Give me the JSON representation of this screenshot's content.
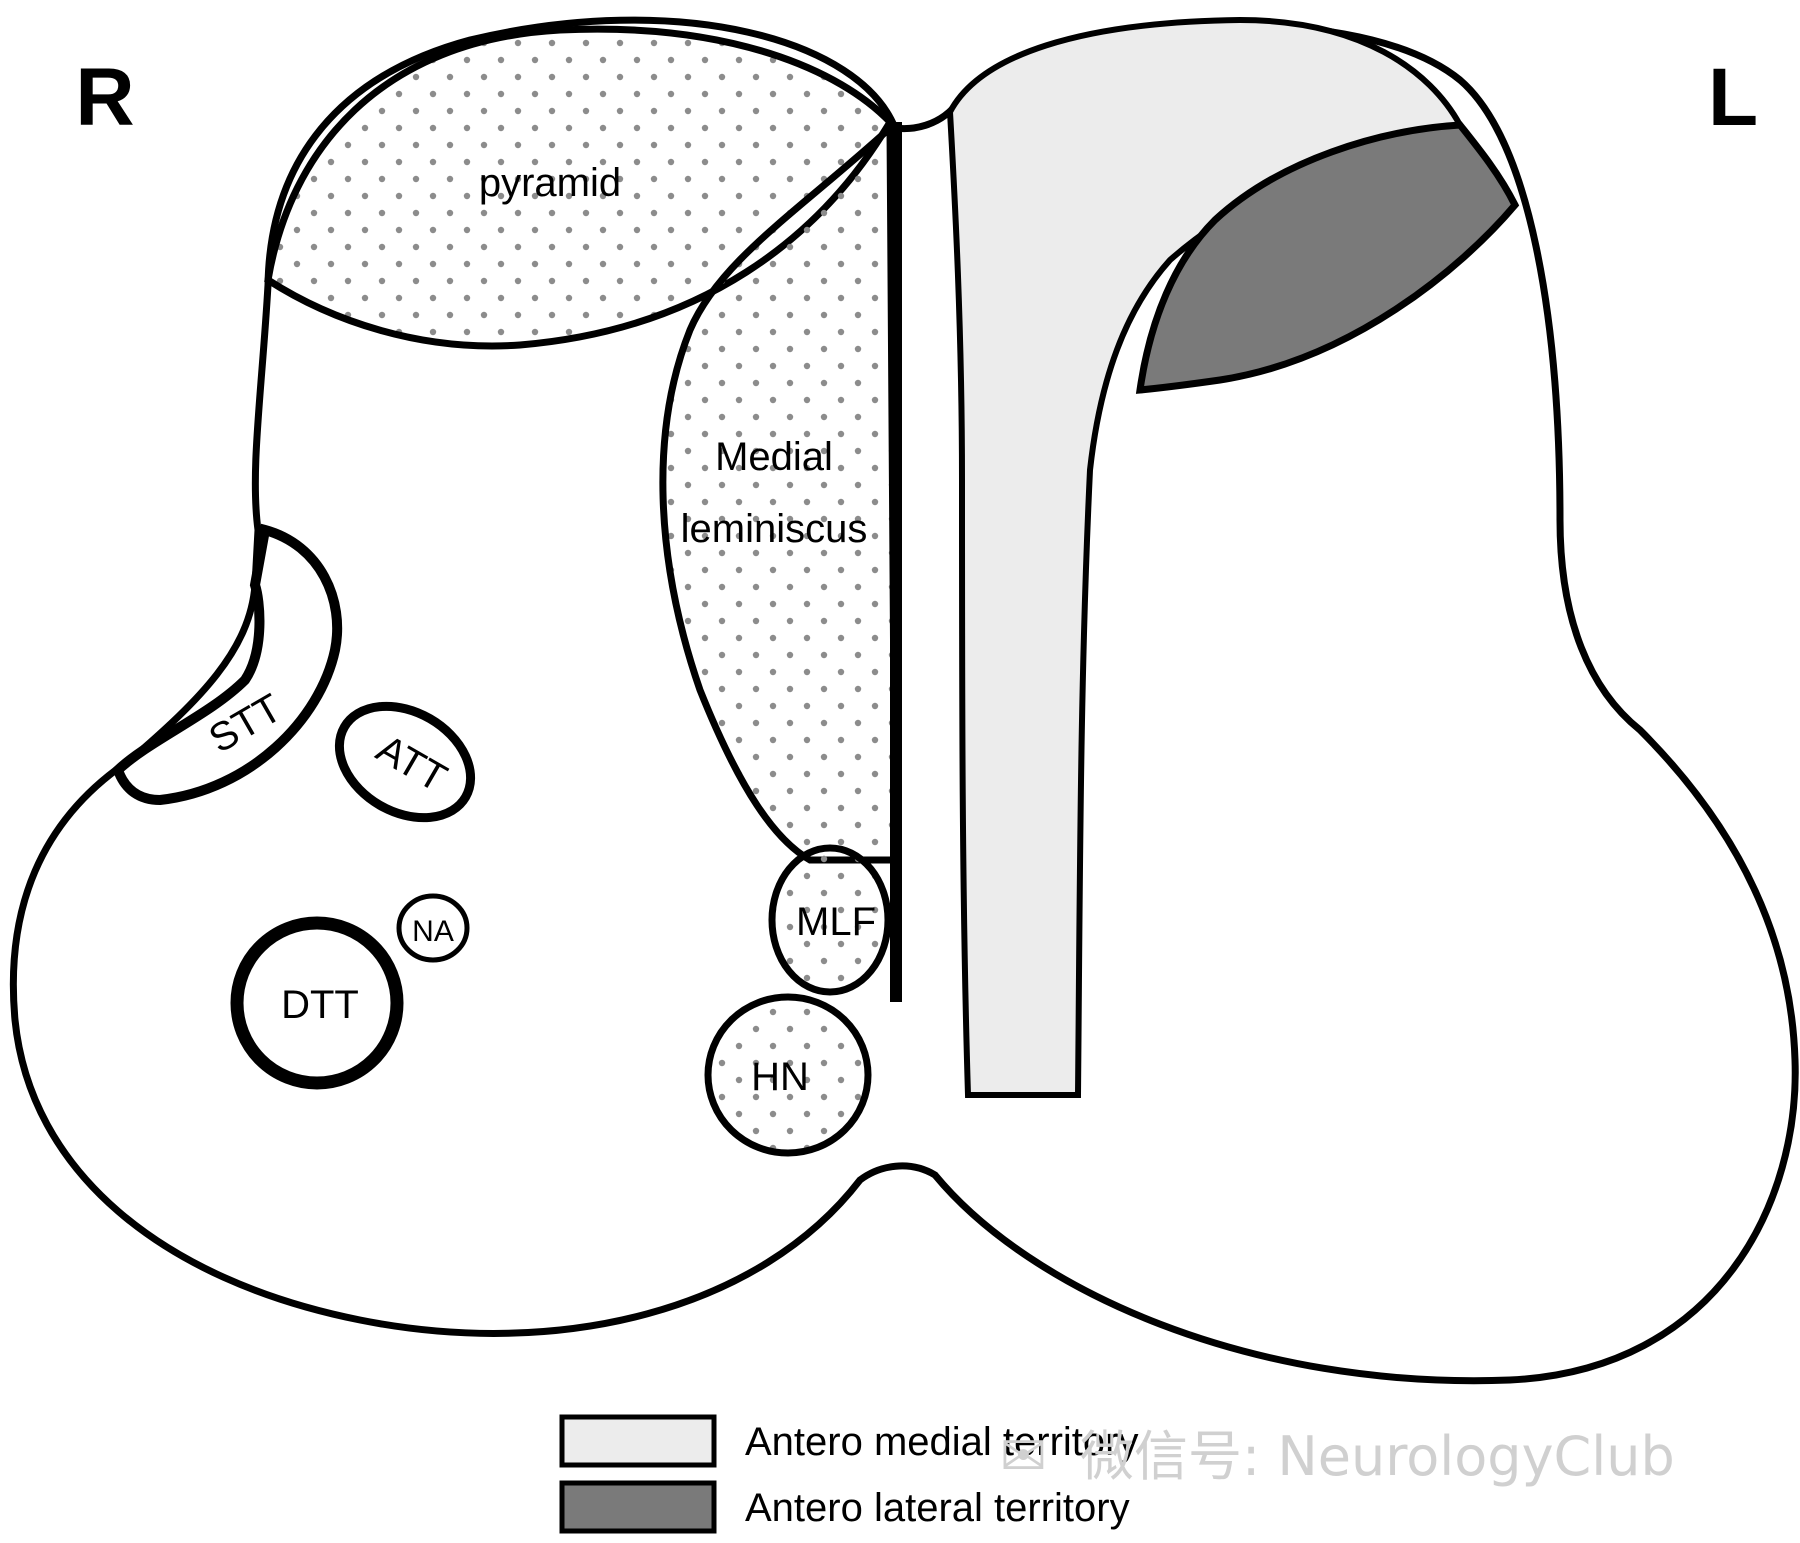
{
  "diagram": {
    "side_labels": {
      "right": "R",
      "left": "L"
    },
    "regions": {
      "pyramid": "pyramid",
      "medial_lemniscus_line1": "Medial",
      "medial_lemniscus_line2": "leminiscus",
      "stt": "STT",
      "att": "ATT",
      "na": "NA",
      "dtt": "DTT",
      "mlf": "MLF",
      "hn": "HN"
    },
    "legend": [
      {
        "label": "Antero medial territory",
        "color": "#ececec"
      },
      {
        "label": "Antero lateral territory",
        "color": "#7a7a7a"
      }
    ],
    "watermark": "微信号: NeurologyClub",
    "colors": {
      "outline": "#000000",
      "antero_medial": "#ececec",
      "antero_lateral": "#7a7a7a",
      "stipple": "#8c8c8c"
    }
  }
}
